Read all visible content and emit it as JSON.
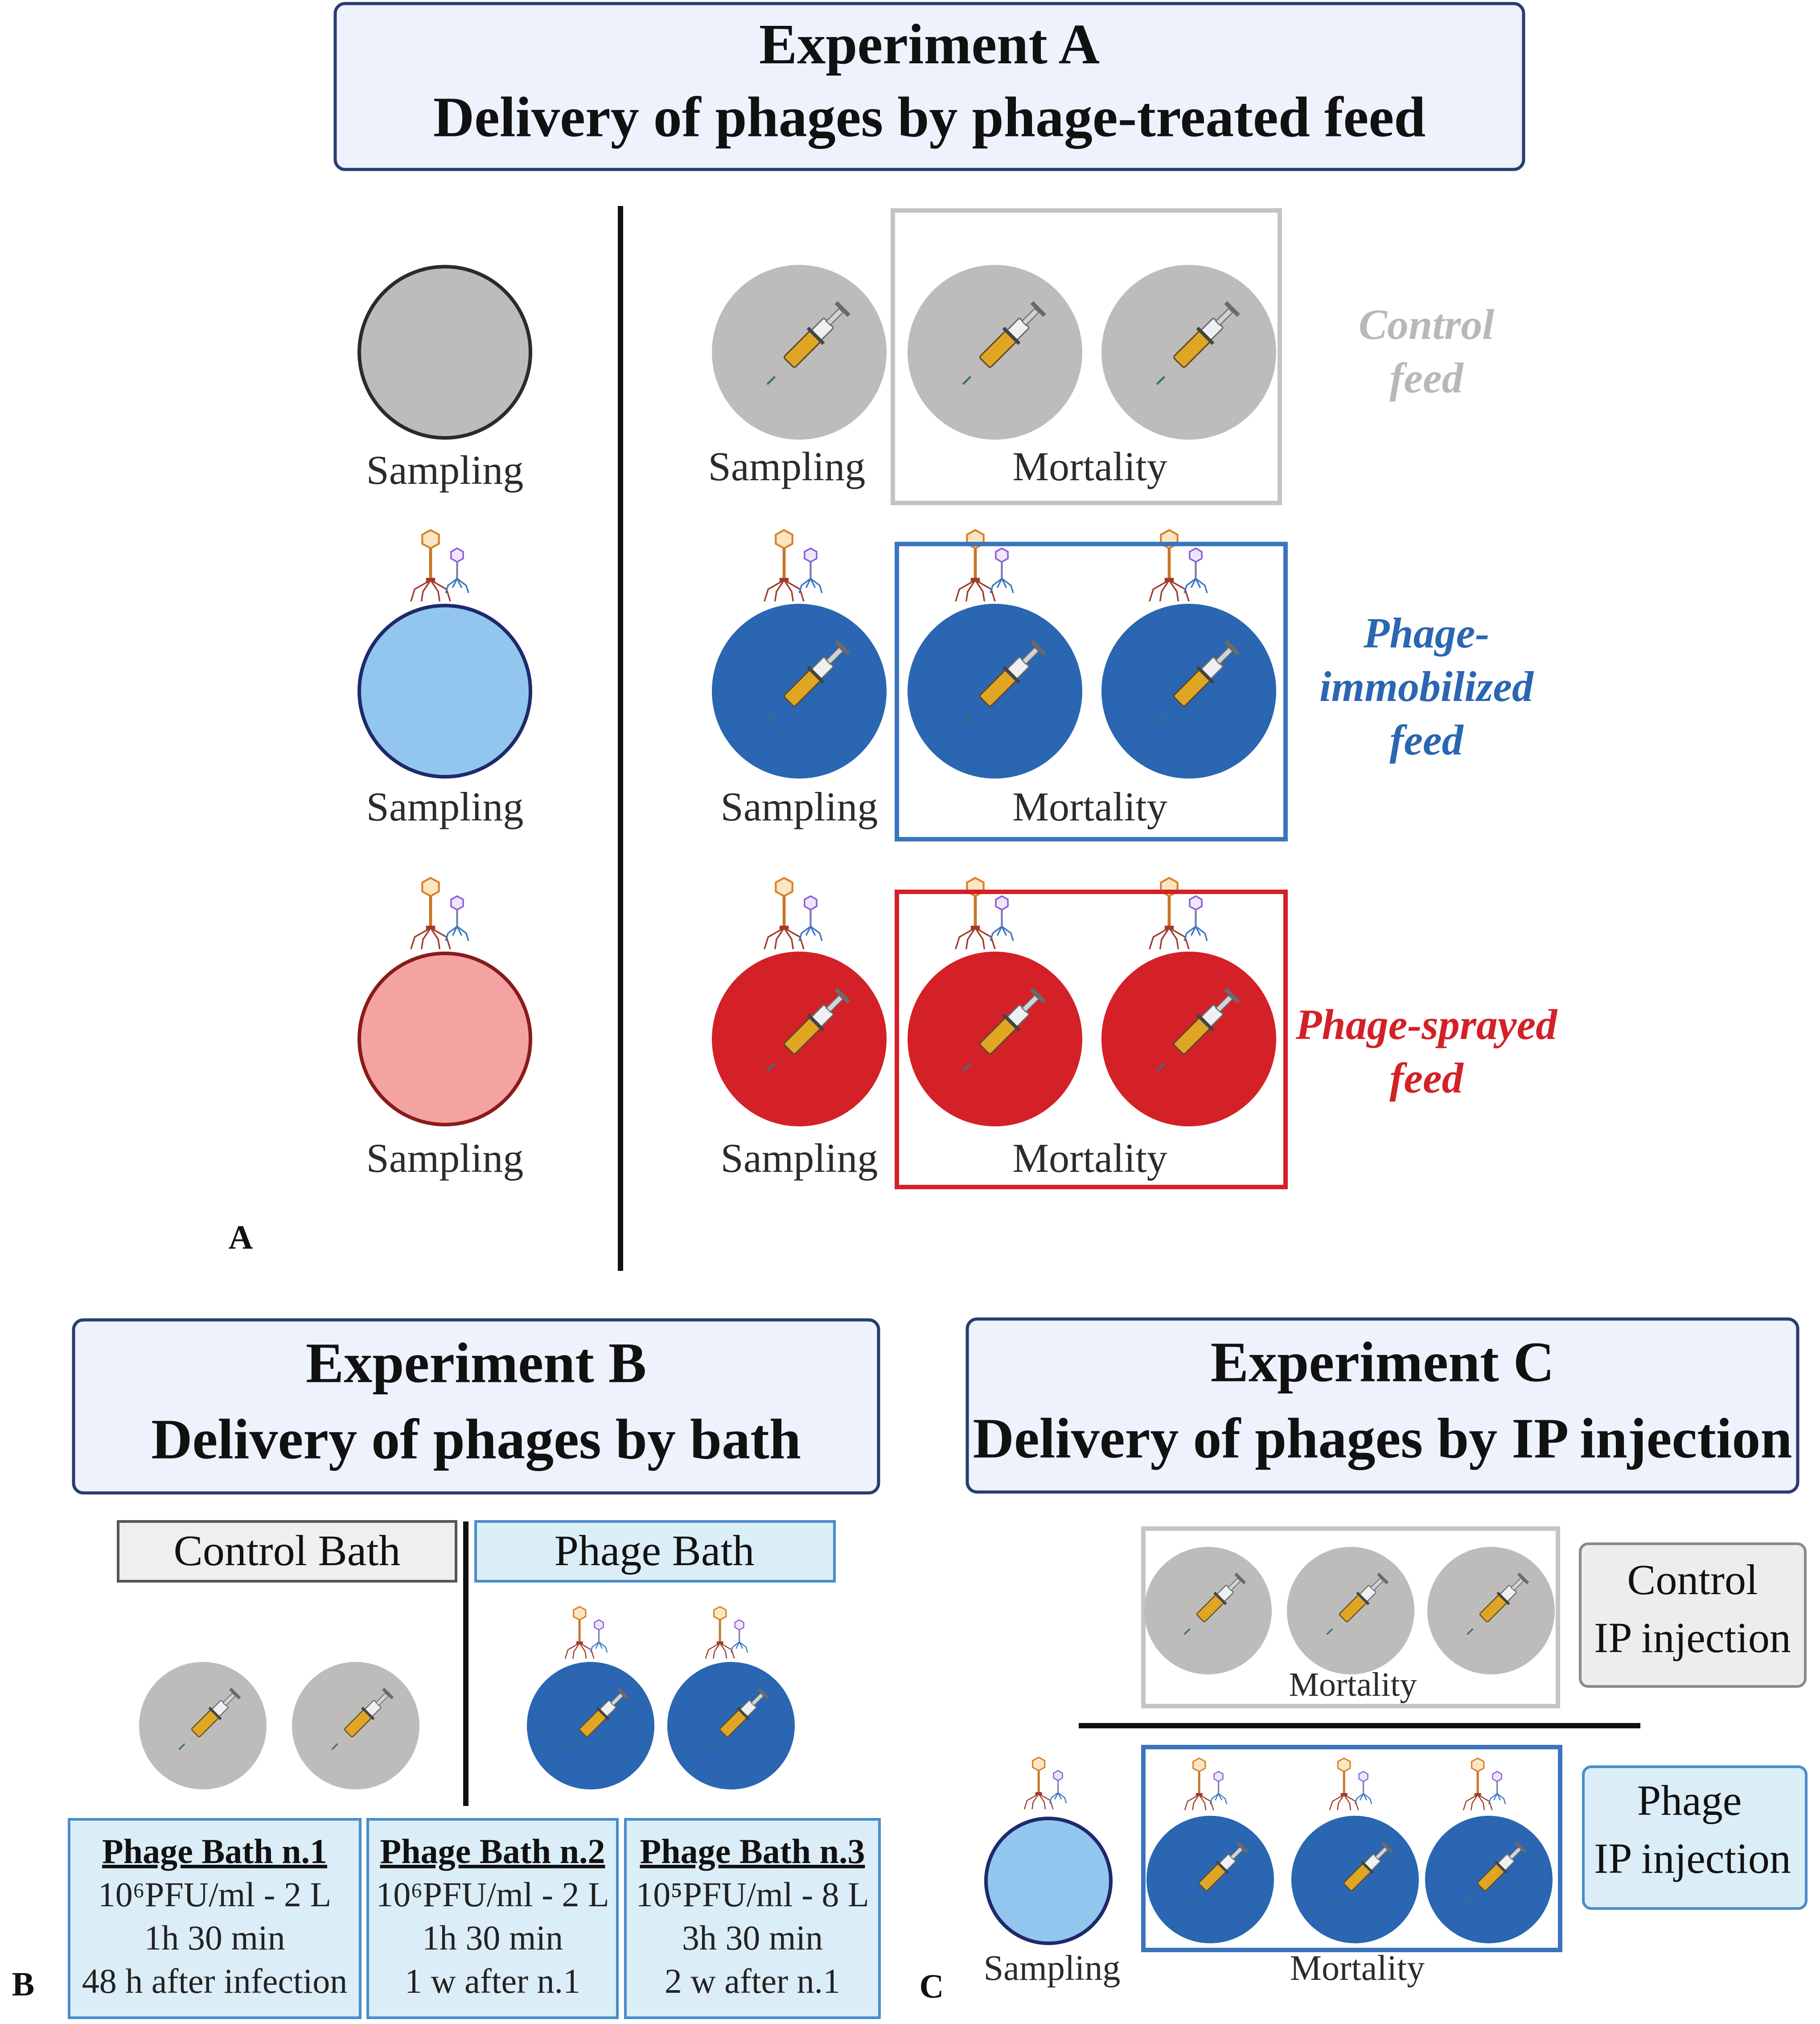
{
  "experiment_a": {
    "title_line1": "Experiment A",
    "title_line2": "Delivery of phages by phage-treated feed",
    "panel_letter": "A",
    "left_labels": [
      "Sampling",
      "Sampling",
      "Sampling"
    ],
    "rows": [
      {
        "sampling_label": "Sampling",
        "mortality_label": "Mortality",
        "group_label": [
          "Control",
          "feed"
        ],
        "color": "#bdbcba",
        "box_color": "#c4c4c4",
        "has_phage": false
      },
      {
        "sampling_label": "Sampling",
        "mortality_label": "Mortality",
        "group_label": [
          "Phage-",
          "immobilized",
          "feed"
        ],
        "color": "#2a66b1",
        "box_color": "#3b74bd",
        "has_phage": true
      },
      {
        "sampling_label": "Sampling",
        "mortality_label": "Mortality",
        "group_label": [
          "Phage-sprayed",
          "feed"
        ],
        "color": "#d42027",
        "box_color": "#d42027",
        "has_phage": true
      }
    ]
  },
  "experiment_b": {
    "title_line1": "Experiment B",
    "title_line2": "Delivery of phages by bath",
    "panel_letter": "B",
    "control_header": "Control Bath",
    "phage_header": "Phage Bath",
    "baths": [
      {
        "title": "Phage Bath n.1",
        "lines": [
          "10⁶PFU/ml - 2 L",
          "1h 30 min",
          "48 h after infection"
        ]
      },
      {
        "title": "Phage Bath n.2",
        "lines": [
          "10⁶PFU/ml - 2 L",
          "1h 30 min",
          "1 w after n.1"
        ]
      },
      {
        "title": "Phage Bath n.3",
        "lines": [
          "10⁵PFU/ml - 8 L",
          "3h 30 min",
          "2 w after n.1"
        ]
      }
    ]
  },
  "experiment_c": {
    "title_line1": "Experiment C",
    "title_line2": "Delivery of phages by IP injection",
    "panel_letter": "C",
    "control_label": [
      "Control",
      "IP injection"
    ],
    "phage_label": [
      "Phage",
      "IP injection"
    ],
    "control_mortality_label": "Mortality",
    "phage_mortality_label": "Mortality",
    "sampling_label": "Sampling"
  },
  "colors": {
    "title_box_fill": "#edf2fd",
    "title_box_stroke": "#283d6e",
    "grey": "#bdbcba",
    "blue": "#2a66b1",
    "light_blue": "#93c6ee",
    "red": "#d42027",
    "pink": "#f4a3a3",
    "bath_box_fill": "#dbedf6",
    "bath_box_stroke": "#4a8cc9"
  }
}
